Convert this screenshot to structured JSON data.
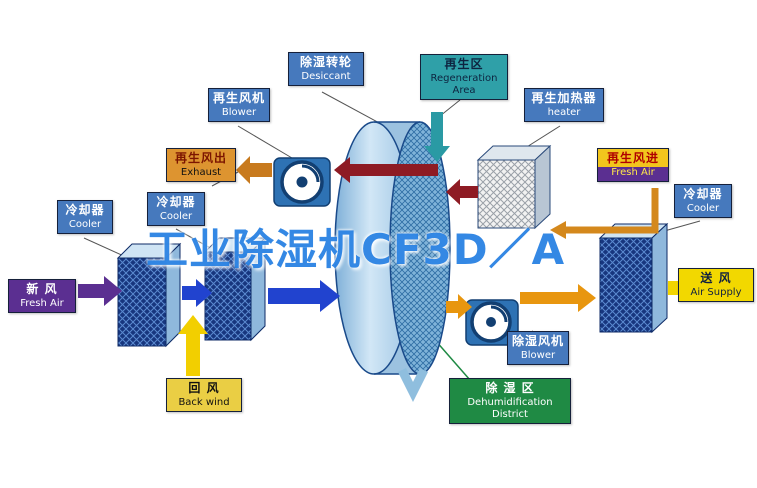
{
  "watermark": "工业除湿机CF3D／A",
  "labels": {
    "desiccant": {
      "zh": "除湿转轮",
      "en": "Desiccant"
    },
    "regen_area": {
      "zh": "再生区",
      "en": "Regeneration Area"
    },
    "regen_blower": {
      "zh": "再生风机",
      "en": "Blower"
    },
    "regen_heater": {
      "zh": "再生加热器",
      "en": "heater"
    },
    "regen_out": {
      "zh": "再生风出",
      "en": "Exhaust"
    },
    "regen_in": {
      "zh": "再生风进",
      "en": "Fresh Air"
    },
    "cooler_left_outer": {
      "zh": "冷却器",
      "en": "Cooler"
    },
    "cooler_left_inner": {
      "zh": "冷却器",
      "en": "Cooler"
    },
    "cooler_right": {
      "zh": "冷却器",
      "en": "Cooler"
    },
    "fresh_air_in": {
      "zh": "新  风",
      "en": "Fresh Air"
    },
    "air_supply": {
      "zh": "送  风",
      "en": "Air Supply"
    },
    "back_wind": {
      "zh": "回  风",
      "en": "Back wind"
    },
    "dehum_blower": {
      "zh": "除湿风机",
      "en": "Blower"
    },
    "dehum_district": {
      "zh": "除 湿 区",
      "en": "Dehumidification District"
    }
  },
  "colors": {
    "label_blue": "#4679bd",
    "label_teal": "#2fa0a8",
    "label_purple": "#5b2f91",
    "label_yellow": "#f2d800",
    "label_orange": "#dd9430",
    "label_green": "#1f8a44",
    "arrow_blue": "#2143cf",
    "arrow_maroon": "#8e1b24",
    "arrow_orange": "#e8960f",
    "arrow_yellow": "#f2d500",
    "arrow_purple": "#5b2f91",
    "arrow_teal": "#2a9aa4",
    "watermark_blue": "#1878e0"
  }
}
